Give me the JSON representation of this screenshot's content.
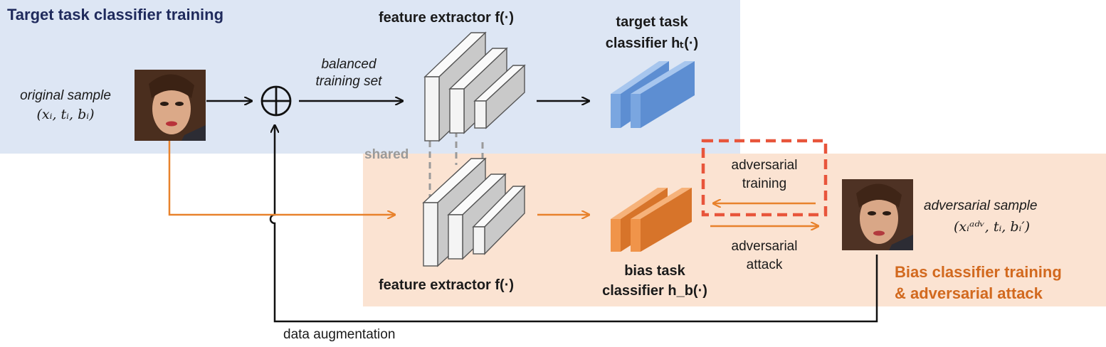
{
  "panels": {
    "target_title": "Target task classifier training",
    "bias_title_line1": "Bias classifier training",
    "bias_title_line2": "& adversarial attack"
  },
  "labels": {
    "original_sample": "original sample",
    "original_sample_math": "(xᵢ, tᵢ, bᵢ)",
    "balanced_line1": "balanced",
    "balanced_line2": "training set",
    "feature_extractor_top": "feature extractor f(·)",
    "target_classifier_line1": "target task",
    "target_classifier_line2": "classifier hₜ(·)",
    "shared": "shared",
    "adversarial_training_line1": "adversarial",
    "adversarial_training_line2": "training",
    "adversarial_sample": "adversarial sample",
    "adversarial_sample_math": "(xᵢᵃᵈᵛ, tᵢ, bᵢ′)",
    "adversarial_attack_line1": "adversarial",
    "adversarial_attack_line2": "attack",
    "feature_extractor_bottom": "feature extractor f(·)",
    "bias_classifier_line1": "bias task",
    "bias_classifier_line2": "classifier h_b(·)",
    "data_augmentation": "data augmentation"
  },
  "colors": {
    "blue_panel": "#dde6f4",
    "orange_panel": "#fbe3d2",
    "orange_arrow": "#e8822c",
    "red_dash": "#e8553b",
    "blue_block": "#7aa6e0",
    "orange_block": "#f0944a"
  }
}
